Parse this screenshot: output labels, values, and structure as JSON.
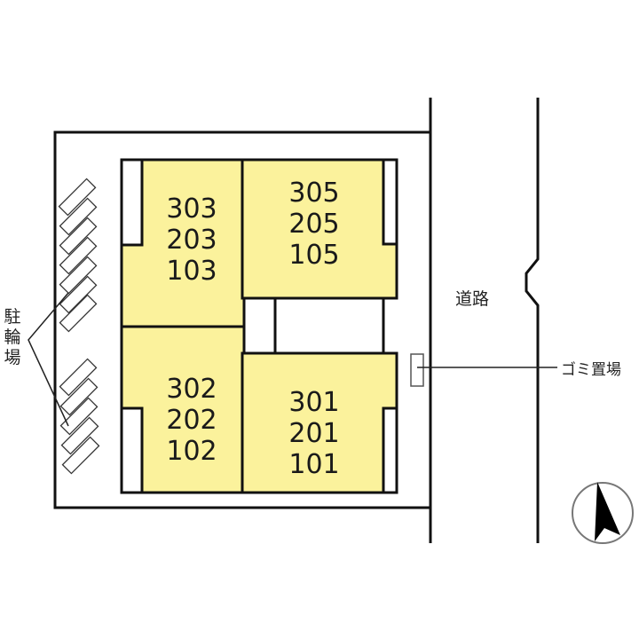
{
  "colors": {
    "unit_fill": "#FBF29C",
    "line": "#111111",
    "background": "#FFFFFF"
  },
  "units": [
    {
      "id": "unit-block-303",
      "numbers": [
        "303",
        "203",
        "103"
      ]
    },
    {
      "id": "unit-block-305",
      "numbers": [
        "305",
        "205",
        "105"
      ]
    },
    {
      "id": "unit-block-302",
      "numbers": [
        "302",
        "202",
        "102"
      ]
    },
    {
      "id": "unit-block-301",
      "numbers": [
        "301",
        "201",
        "101"
      ]
    }
  ],
  "labels": {
    "bicycle_parking": [
      "駐",
      "輪",
      "場"
    ],
    "road": "道路",
    "garbage_area": "ゴミ置場"
  },
  "compass": {
    "icon": "north-arrow-icon"
  }
}
